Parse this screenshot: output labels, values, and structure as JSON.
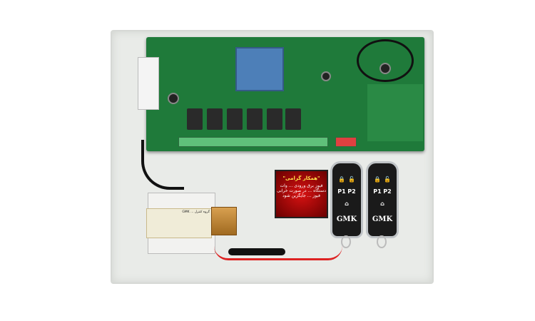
{
  "product": {
    "warning_label": {
      "title": "\"همکار گرامی\"",
      "body": "فیوز برق ورودی ... وات دستگاه ... در صورت خرابی فیوز ... جایگزین شود"
    },
    "remotes": [
      {
        "buttons": [
          "🔒",
          "🔓",
          "P1",
          "P2",
          "⌂"
        ],
        "brand": "GMK"
      },
      {
        "buttons": [
          "🔒",
          "🔓",
          "P1",
          "P2",
          "⌂"
        ],
        "brand": "GMK"
      }
    ],
    "transformer_label": "گروه کنترل ... GMK"
  }
}
